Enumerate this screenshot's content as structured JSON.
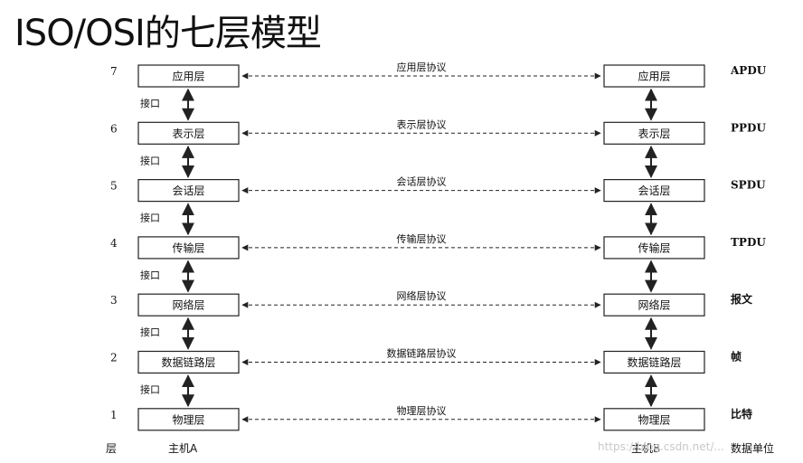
{
  "title": "ISO/OSI的七层模型",
  "layers": [
    {
      "num": "7",
      "name": "应用层",
      "protocol": "应用层协议",
      "unit": "APDU"
    },
    {
      "num": "6",
      "name": "表示层",
      "protocol": "表示层协议",
      "unit": "PPDU"
    },
    {
      "num": "5",
      "name": "会话层",
      "protocol": "会话层协议",
      "unit": "SPDU"
    },
    {
      "num": "4",
      "name": "传输层",
      "protocol": "传输层协议",
      "unit": "TPDU"
    },
    {
      "num": "3",
      "name": "网络层",
      "protocol": "网络层协议",
      "unit": "报文"
    },
    {
      "num": "2",
      "name": "数据链路层",
      "protocol": "数据链路层协议",
      "unit": "帧"
    },
    {
      "num": "1",
      "name": "物理层",
      "protocol": "物理层协议",
      "unit": "比特"
    }
  ],
  "interface_label": "接口",
  "footer": {
    "layer": "层",
    "hostA": "主机A",
    "hostB": "主机B",
    "unit": "数据单位"
  },
  "watermark": "https://blog.csdn.net/..."
}
